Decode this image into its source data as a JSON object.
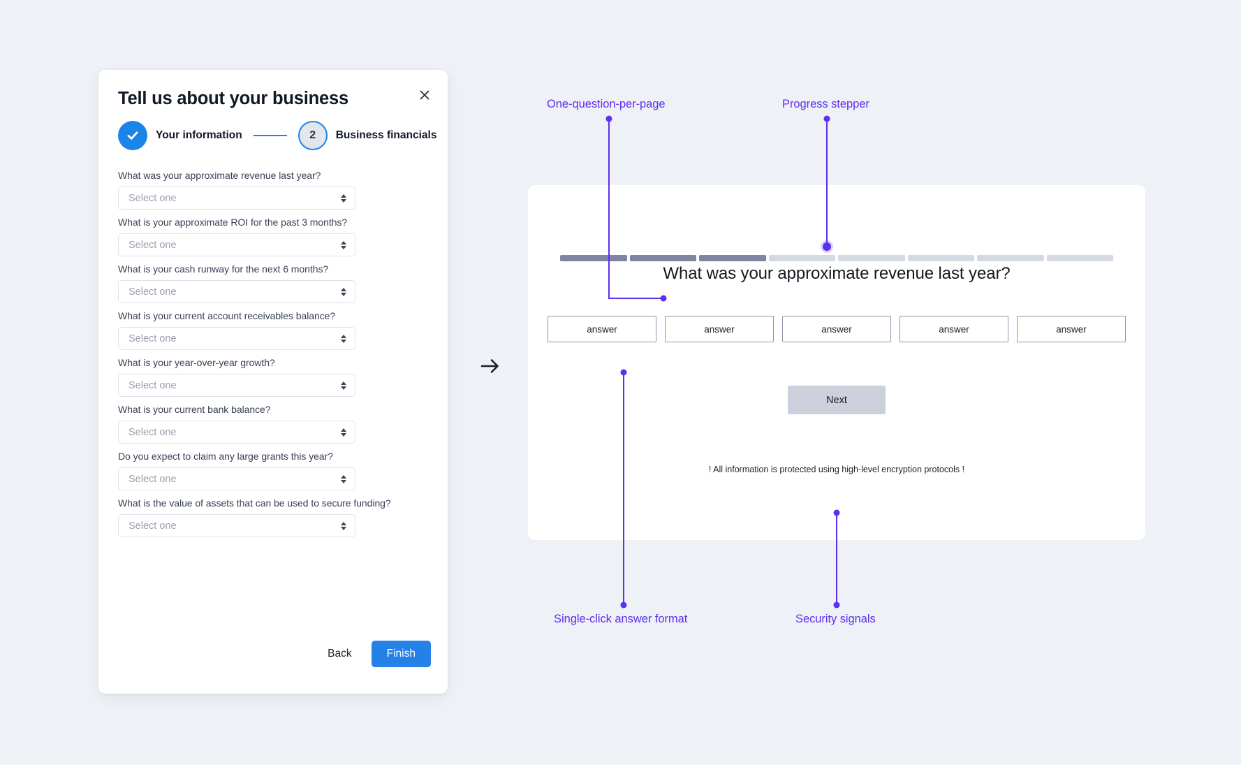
{
  "canvas": {
    "background": "#eef1f6",
    "annotation_color": "#5d2ff0",
    "accent_blue": "#2481e8"
  },
  "form_card": {
    "title": "Tell us about your business",
    "close_icon": "close-icon",
    "stepper": {
      "steps": [
        {
          "label": "Your information",
          "state": "done",
          "marker": "check-icon"
        },
        {
          "label": "Business financials",
          "state": "current",
          "marker": "2"
        }
      ]
    },
    "fields": [
      {
        "label": "What was your approximate revenue last year?",
        "placeholder": "Select one",
        "value": ""
      },
      {
        "label": "What is your approximate ROI for the past 3 months?",
        "placeholder": "Select one",
        "value": ""
      },
      {
        "label": "What is your cash runway for the next 6 months?",
        "placeholder": "Select one",
        "value": ""
      },
      {
        "label": "What is your current account receivables balance?",
        "placeholder": "Select one",
        "value": ""
      },
      {
        "label": "What is your year-over-year growth?",
        "placeholder": "Select one",
        "value": ""
      },
      {
        "label": "What is your current bank balance?",
        "placeholder": "Select one",
        "value": ""
      },
      {
        "label": "Do you expect to claim any large grants this year?",
        "placeholder": "Select one",
        "value": ""
      },
      {
        "label": "What is the value of assets that can be used to secure funding?",
        "placeholder": "Select one",
        "value": ""
      }
    ],
    "actions": {
      "back_label": "Back",
      "finish_label": "Finish"
    }
  },
  "flow": {
    "arrow_icon": "arrow-right-icon"
  },
  "preview_card": {
    "progress": {
      "total_segments": 8,
      "filled_segments": 3
    },
    "question": "What was your approximate revenue last year?",
    "answers": [
      "answer",
      "answer",
      "answer",
      "answer",
      "answer"
    ],
    "next_label": "Next",
    "security_note": "! All information is protected using high-level encryption protocols !"
  },
  "annotations": [
    {
      "id": "one-question-per-page",
      "text": "One-question-per-page"
    },
    {
      "id": "progress-stepper",
      "text": "Progress stepper"
    },
    {
      "id": "single-click-answer-format",
      "text": "Single-click answer format"
    },
    {
      "id": "security-signals",
      "text": "Security signals"
    }
  ]
}
